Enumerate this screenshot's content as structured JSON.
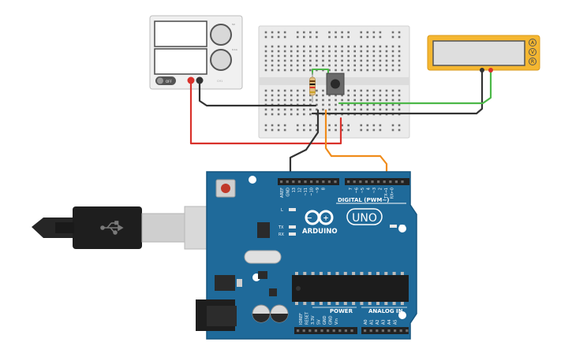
{
  "power_supply": {
    "knob_labels": [
      "5V",
      "0.1A"
    ],
    "off_label": "OFF",
    "channel_label": "CH1"
  },
  "multimeter": {
    "mode_labels": [
      "A",
      "V",
      "R"
    ]
  },
  "arduino": {
    "brand": "ARDUINO",
    "model": "UNO",
    "digital_label": "DIGITAL (PWM~)",
    "power_label": "POWER",
    "analog_label": "ANALOG IN",
    "on_label": "ON",
    "led_labels": [
      "L",
      "TX",
      "RX"
    ],
    "top_pins": [
      "AREF",
      "GND",
      "13",
      "12",
      "~11",
      "~10",
      "~9",
      "8",
      "7",
      "~6",
      "~5",
      "4",
      "~3",
      "2",
      "TX→1",
      "RX←0"
    ],
    "bottom_pins": [
      "IOREF",
      "RESET",
      "3.3V",
      "5V",
      "GND",
      "GND",
      "Vin",
      "A0",
      "A1",
      "A2",
      "A3",
      "A4",
      "A5"
    ]
  },
  "colors": {
    "arduino_board": "#1f6a9a",
    "arduino_edge": "#15557f",
    "multimeter_body": "#f5b731",
    "wire_red": "#d9312b",
    "wire_black": "#333333",
    "wire_green": "#4cb848",
    "wire_orange": "#f08c1b",
    "breadboard": "#ebebeb"
  }
}
